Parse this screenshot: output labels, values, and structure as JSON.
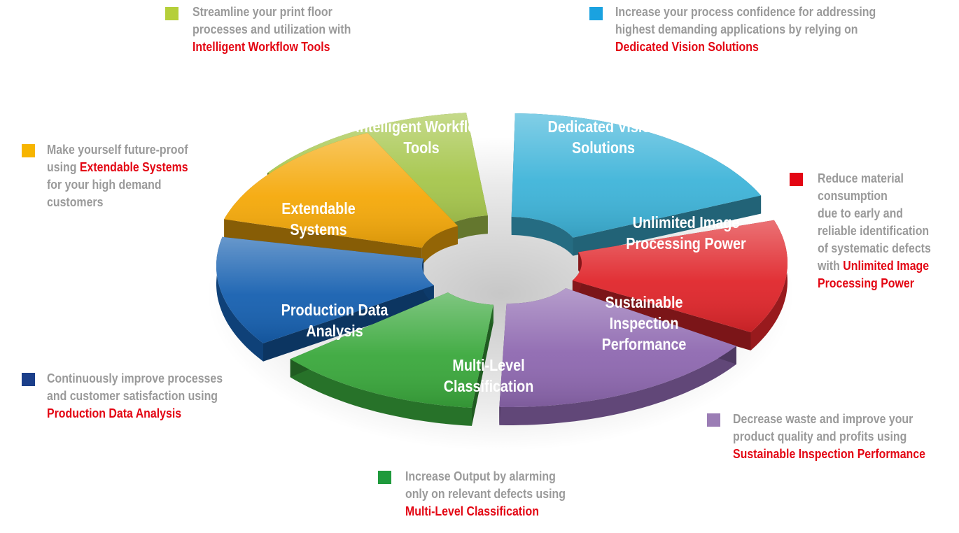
{
  "segments": [
    {
      "id": "intelligent-workflow-tools",
      "line1": "Intelligent Workflow",
      "line2": "Tools",
      "color": "#a6c64c"
    },
    {
      "id": "dedicated-vision-solutions",
      "line1": "Dedicated Vision",
      "line2": "Solutions",
      "color": "#3eb4d9"
    },
    {
      "id": "unlimited-image-processing-power",
      "line1": "Unlimited Image",
      "line2": "Processing Power",
      "color": "#e0262b"
    },
    {
      "id": "sustainable-inspection-performance",
      "line1": "Sustainable",
      "line2": "Inspection",
      "line3": "Performance",
      "color": "#8e68b0"
    },
    {
      "id": "multi-level-classification",
      "line1": "Multi-Level",
      "line2": "Classification",
      "color": "#3aa83c"
    },
    {
      "id": "production-data-analysis",
      "line1": "Production Data",
      "line2": "Analysis",
      "color": "#1660b0"
    },
    {
      "id": "extendable-systems",
      "line1": "Extendable",
      "line2": "Systems",
      "color": "#f5a90a"
    }
  ],
  "callouts": {
    "workflow": {
      "color": "#b5cf3a",
      "l1": "Streamline your print floor",
      "l2": "processes and utilization with",
      "highlight": "Intelligent Workflow Tools"
    },
    "vision": {
      "color": "#1aa2e0",
      "l1": "Increase your process confidence for addressing",
      "l2": "highest demanding  applications by relying on",
      "highlight": "Dedicated Vision Solutions"
    },
    "extendable": {
      "color": "#f7b500",
      "l1": "Make yourself future-proof",
      "l2_pre": "using",
      "highlight": "Extendable Systems",
      "l3": "for your high demand",
      "l4": "customers"
    },
    "processing": {
      "color": "#e30613",
      "l1": "Reduce material",
      "l2": "consumption",
      "l3": "due to early and",
      "l4": "reliable identification",
      "l5": "of systematic defects",
      "l6_pre": "with",
      "highlight1": "Unlimited Image",
      "highlight2": "Processing Power"
    },
    "production": {
      "color": "#1b3f8a",
      "l1": "Continuously improve processes",
      "l2": "and customer satisfaction using",
      "highlight": "Production Data Analysis"
    },
    "sustainable": {
      "color": "#9b7db5",
      "l1": "Decrease waste and improve your",
      "l2": "product quality and profits using",
      "highlight": "Sustainable Inspection Performance"
    },
    "classification": {
      "color": "#1f9a3c",
      "l1": "Increase Output by alarming",
      "l2": "only on relevant defects using",
      "highlight": "Multi-Level Classification"
    }
  }
}
